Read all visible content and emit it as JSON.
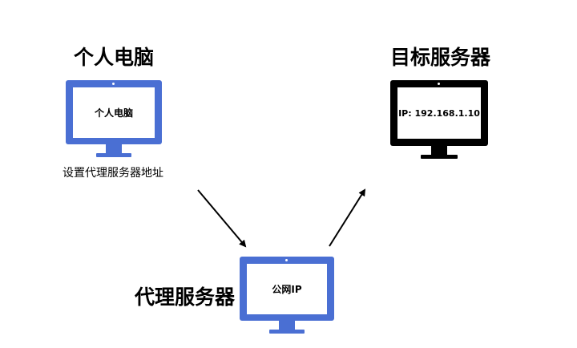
{
  "personal_pc": {
    "heading": "个人电脑",
    "screen_label": "个人电脑",
    "caption": "设置代理服务器地址",
    "color": "#4a6fd3"
  },
  "target_server": {
    "heading": "目标服务器",
    "screen_label": "IP: 192.168.1.10",
    "color": "#000000"
  },
  "proxy_server": {
    "heading": "代理服务器",
    "screen_label": "公网IP",
    "color": "#4a6fd3"
  },
  "icons": {
    "monitor": "monitor-icon",
    "arrow": "arrow-icon"
  },
  "edges": [
    {
      "from": "personal_pc",
      "to": "proxy_server"
    },
    {
      "from": "proxy_server",
      "to": "target_server"
    }
  ]
}
